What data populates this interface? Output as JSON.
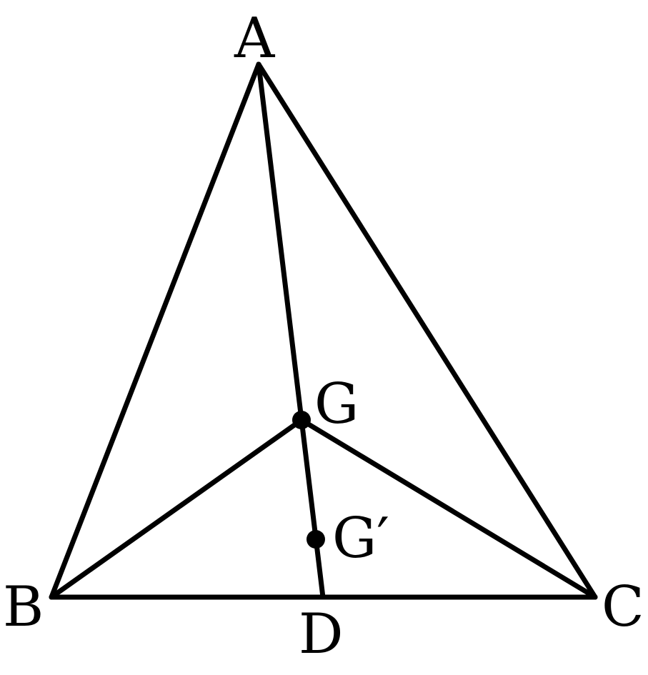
{
  "labels": {
    "A": "A",
    "B": "B",
    "C": "C",
    "D": "D",
    "G": "G",
    "G_prime": "G′"
  },
  "colors": {
    "stroke": "#000000",
    "background": "#ffffff"
  }
}
